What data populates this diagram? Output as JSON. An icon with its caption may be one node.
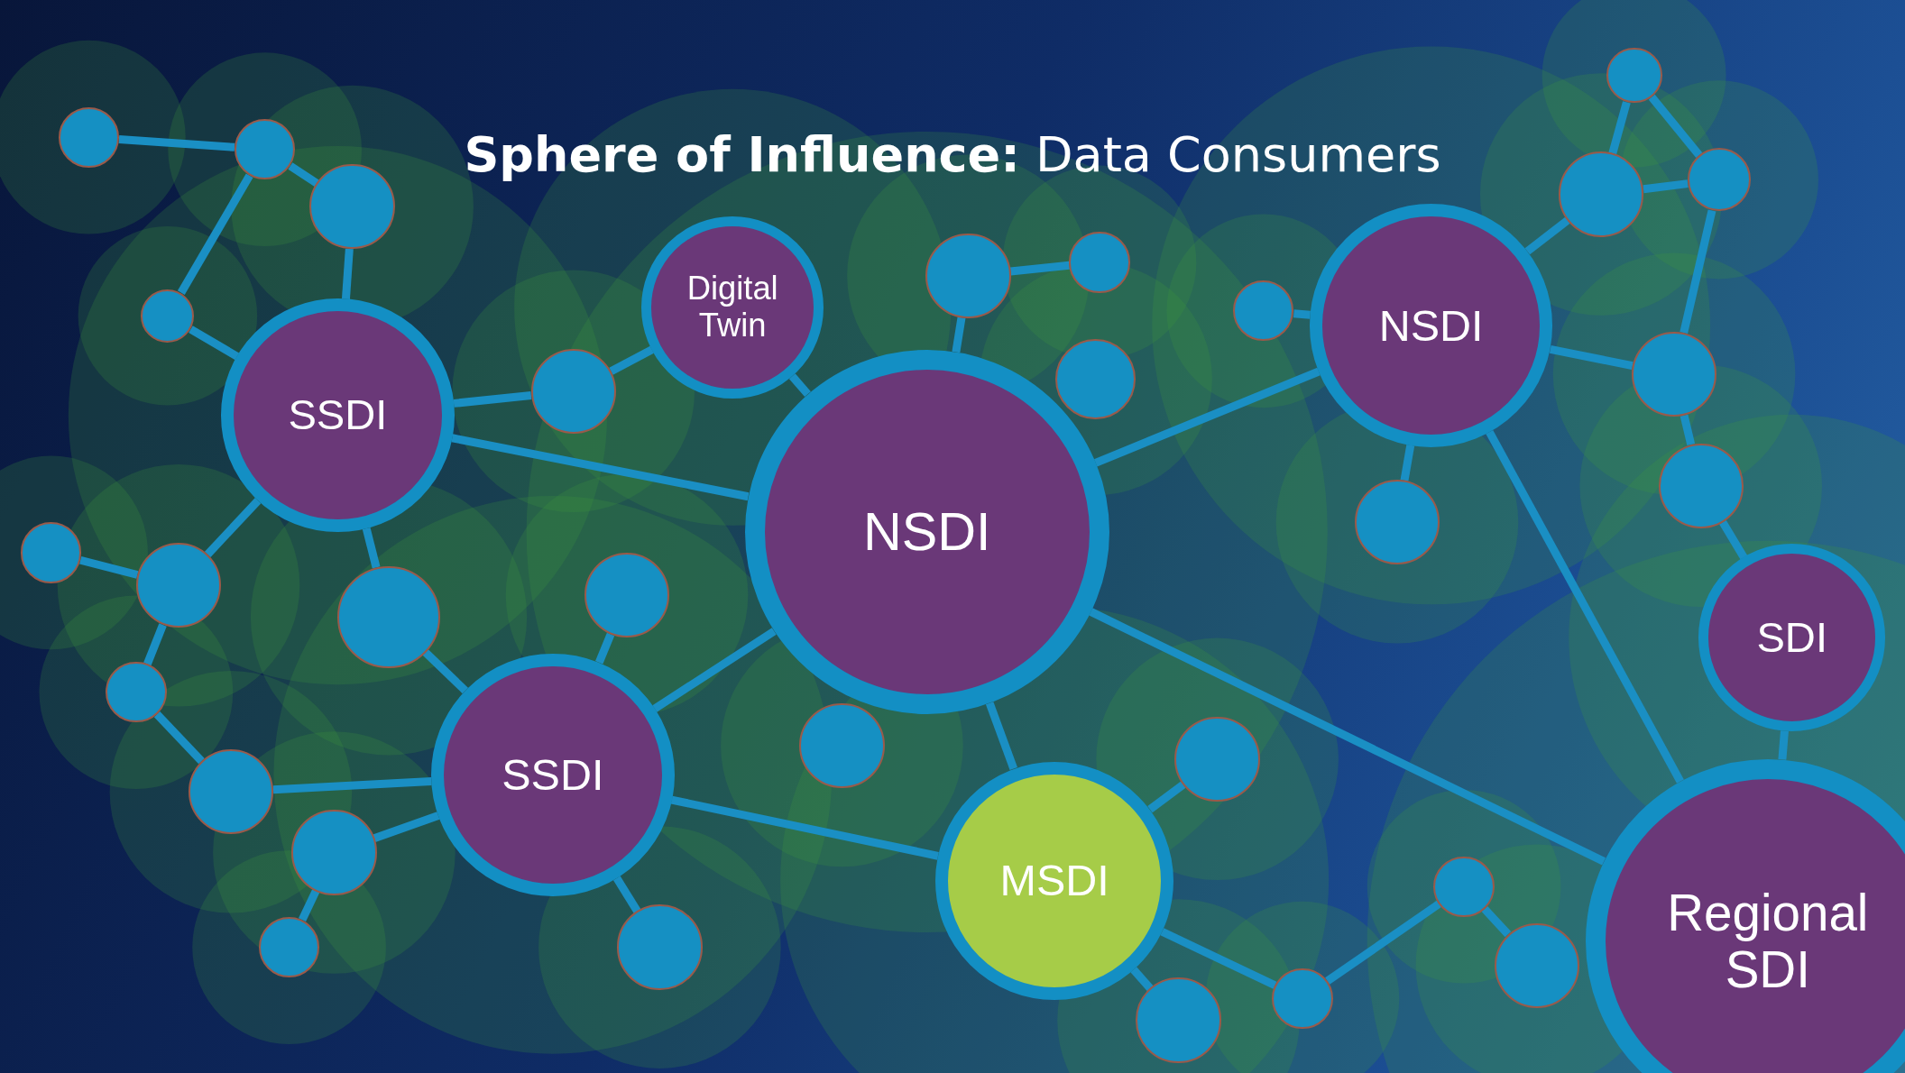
{
  "diagram": {
    "title": "**Sphere of Influence:** Data Consumers",
    "nodes": [
      {
        "text": [],
        "shape": "circle"
      },
      {
        "text": [],
        "shape": "circle"
      },
      {
        "text": [],
        "shape": "circle"
      },
      {
        "text": [],
        "shape": "circle"
      },
      {
        "text": [],
        "shape": "circle"
      },
      {
        "text": [],
        "shape": "circle"
      },
      {
        "text": [],
        "shape": "circle"
      },
      {
        "text": [],
        "shape": "circle"
      },
      {
        "text": [
          "Digital Twin"
        ]
      },
      {
        "text": [],
        "shape": "circle"
      },
      {
        "text": [],
        "shape": "circle"
      },
      {
        "text": [
          "NSDI"
        ]
      },
      {
        "text": [],
        "shape": "circle"
      },
      {
        "text": [],
        "shape": "circle"
      },
      {
        "text": [],
        "shape": "circle"
      },
      {
        "text": [
          "SSDI"
        ]
      },
      {
        "text": [],
        "shape": "circle"
      },
      {
        "text": [],
        "shape": "circle"
      },
      {
        "text": [
          "NSDI"
        ]
      },
      {
        "text": [],
        "shape": "circle"
      },
      {
        "text": [],
        "shape": "circle"
      },
      {
        "text": [],
        "shape": "circle"
      },
      {
        "text": [],
        "shape": "circle"
      },
      {
        "text": [
          "SDI"
        ]
      },
      {
        "text": [],
        "shape": "circle"
      },
      {
        "text": [],
        "shape": "circle"
      },
      {
        "text": [],
        "shape": "circle"
      },
      {
        "text": [
          "SSDI"
        ]
      },
      {
        "text": [],
        "shape": "circle"
      },
      {
        "text": [],
        "shape": "circle"
      },
      {
        "text": [
          "MSDI"
        ]
      },
      {
        "text": [],
        "shape": "circle"
      },
      {
        "text": [
          "Regional SDI"
        ]
      },
      {
        "text": [],
        "shape": "circle"
      },
      {
        "text": [],
        "shape": "circle"
      },
      {
        "text": [],
        "shape": "circle"
      },
      {
        "text": [],
        "shape": "circle"
      },
      {
        "text": [],
        "shape": "circle"
      }
    ],
    "edges": [
      {
        "from": 1,
        "to": 2,
        "arrow": "none"
      },
      {
        "from": 2,
        "to": 5,
        "arrow": "none"
      },
      {
        "from": 2,
        "to": 10,
        "arrow": "none"
      },
      {
        "from": 5,
        "to": 15,
        "arrow": "none"
      },
      {
        "from": 10,
        "to": 15,
        "arrow": "none"
      },
      {
        "from": 15,
        "to": 13,
        "arrow": "none"
      },
      {
        "from": 13,
        "to": 8,
        "arrow": "none"
      },
      {
        "from": 15,
        "to": 18,
        "arrow": "none"
      },
      {
        "from": 8,
        "to": 18,
        "arrow": "none"
      },
      {
        "from": 7,
        "to": 6,
        "arrow": "none"
      },
      {
        "from": 7,
        "to": 18,
        "arrow": "none"
      },
      {
        "from": 15,
        "to": 20,
        "arrow": "none"
      },
      {
        "from": 15,
        "to": 22,
        "arrow": "none"
      },
      {
        "from": 19,
        "to": 20,
        "arrow": "none"
      },
      {
        "from": 20,
        "to": 24,
        "arrow": "none"
      },
      {
        "from": 24,
        "to": 28,
        "arrow": "none"
      },
      {
        "from": 28,
        "to": 27,
        "arrow": "none"
      },
      {
        "from": 29,
        "to": 27,
        "arrow": "none"
      },
      {
        "from": 29,
        "to": 33,
        "arrow": "none"
      },
      {
        "from": 22,
        "to": 27,
        "arrow": "none"
      },
      {
        "from": 21,
        "to": 27,
        "arrow": "none"
      },
      {
        "from": 27,
        "to": 18,
        "arrow": "none"
      },
      {
        "from": 27,
        "to": 34,
        "arrow": "none"
      },
      {
        "from": 27,
        "to": 30,
        "arrow": "none"
      },
      {
        "from": 18,
        "to": 30,
        "arrow": "none"
      },
      {
        "from": 18,
        "to": 11,
        "arrow": "none"
      },
      {
        "from": 18,
        "to": 32,
        "arrow": "none"
      },
      {
        "from": 30,
        "to": 26,
        "arrow": "none"
      },
      {
        "from": 30,
        "to": 36,
        "arrow": "none"
      },
      {
        "from": 30,
        "to": 37,
        "arrow": "none"
      },
      {
        "from": 36,
        "to": 31,
        "arrow": "none"
      },
      {
        "from": 31,
        "to": 35,
        "arrow": "none"
      },
      {
        "from": 11,
        "to": 9,
        "arrow": "none"
      },
      {
        "from": 11,
        "to": 17,
        "arrow": "none"
      },
      {
        "from": 11,
        "to": 4,
        "arrow": "none"
      },
      {
        "from": 4,
        "to": 0,
        "arrow": "none"
      },
      {
        "from": 0,
        "to": 3,
        "arrow": "none"
      },
      {
        "from": 4,
        "to": 3,
        "arrow": "none"
      },
      {
        "from": 3,
        "to": 12,
        "arrow": "none"
      },
      {
        "from": 11,
        "to": 12,
        "arrow": "none"
      },
      {
        "from": 12,
        "to": 16,
        "arrow": "none"
      },
      {
        "from": 16,
        "to": 23,
        "arrow": "none"
      },
      {
        "from": 23,
        "to": 32,
        "arrow": "none"
      },
      {
        "from": 11,
        "to": 32,
        "arrow": "none"
      }
    ]
  }
}
